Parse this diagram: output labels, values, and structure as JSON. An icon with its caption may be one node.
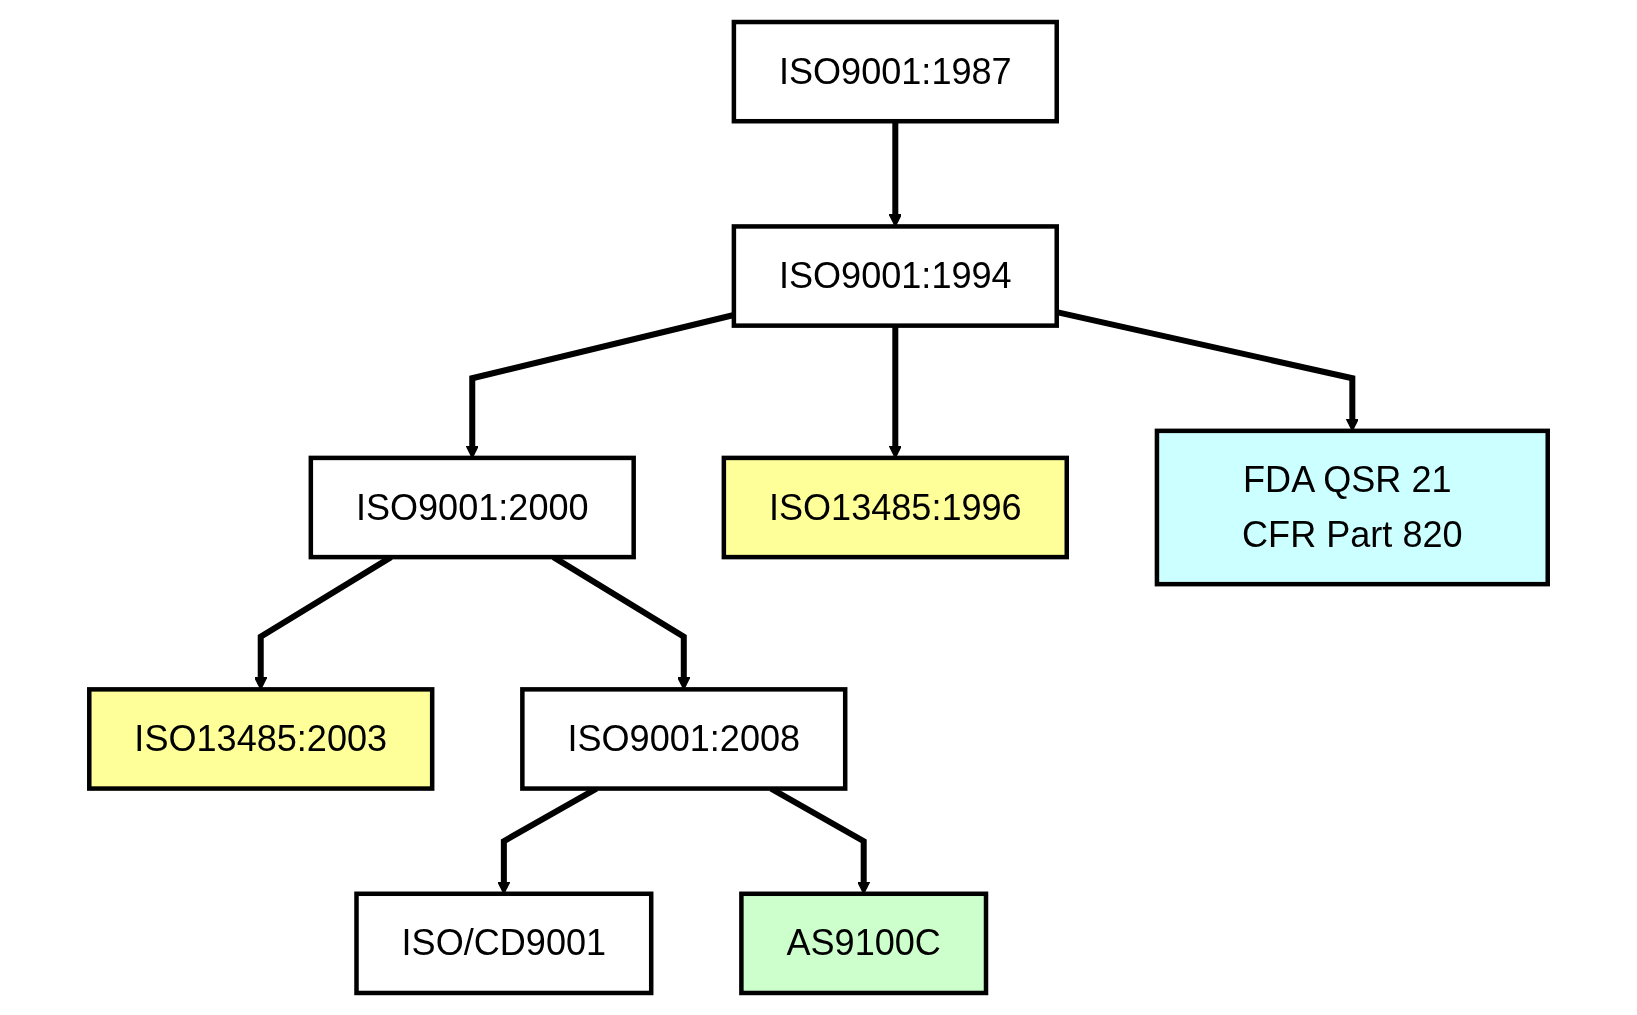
{
  "diagram": {
    "nodes": [
      {
        "text": [
          "ISO9001:1987"
        ]
      },
      {
        "text": [
          "ISO9001:1994"
        ]
      },
      {
        "text": [
          "ISO9001:2000"
        ]
      },
      {
        "text": [
          "ISO13485:1996"
        ]
      },
      {
        "text": [
          "FDA QSR 21 CFR Part 820"
        ]
      },
      {
        "text": [
          "ISO13485:2003"
        ]
      },
      {
        "text": [
          "ISO9001:2008"
        ]
      },
      {
        "text": [
          "ISO/CD9001"
        ]
      },
      {
        "text": [
          "AS9100C"
        ]
      }
    ],
    "edges": [
      {
        "from": 0,
        "to": 1,
        "arrow": "to"
      },
      {
        "from": 1,
        "to": 2,
        "arrow": "to"
      },
      {
        "from": 1,
        "to": 3,
        "arrow": "to"
      },
      {
        "from": 1,
        "to": 4,
        "arrow": "to"
      },
      {
        "from": 2,
        "to": 5,
        "arrow": "to"
      },
      {
        "from": 2,
        "to": 6,
        "arrow": "to"
      },
      {
        "from": 6,
        "to": 7,
        "arrow": "to"
      },
      {
        "from": 6,
        "to": 8,
        "arrow": "to"
      }
    ]
  }
}
